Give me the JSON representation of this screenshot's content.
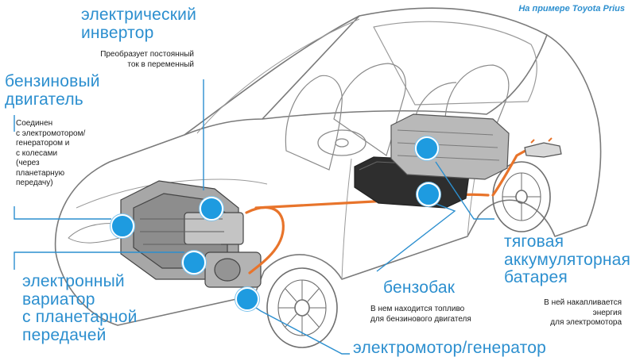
{
  "note": "На примере Toyota Prius",
  "colors": {
    "accent": "#2c8fcf",
    "marker": "#1e9be0",
    "cable": "#e8742b",
    "outline": "#6b6b6b"
  },
  "labels": {
    "inverter": {
      "title": [
        "электрический",
        "инвертор"
      ],
      "desc": [
        "Преобразует постоянный",
        "ток в переменный"
      ]
    },
    "engine": {
      "title": [
        "бензиновый",
        "двигатель"
      ],
      "desc": [
        "Соединен",
        "с электромотором/",
        "генератором и",
        "с колесами",
        "(через",
        "планетарную",
        "передачу)"
      ]
    },
    "variator": {
      "title": [
        "электронный",
        "вариатор",
        "с планетарной",
        "передачей"
      ]
    },
    "tank": {
      "title": [
        "бензобак"
      ],
      "desc": [
        "В нем находится топливо",
        "для бензинового двигателя"
      ]
    },
    "battery": {
      "title": [
        "тяговая",
        "аккумуляторная",
        "батарея"
      ],
      "desc": [
        "В ней накапливается",
        "энергия",
        "для электромотора"
      ]
    },
    "motor": {
      "title": [
        "электромотор/генератор"
      ]
    }
  }
}
